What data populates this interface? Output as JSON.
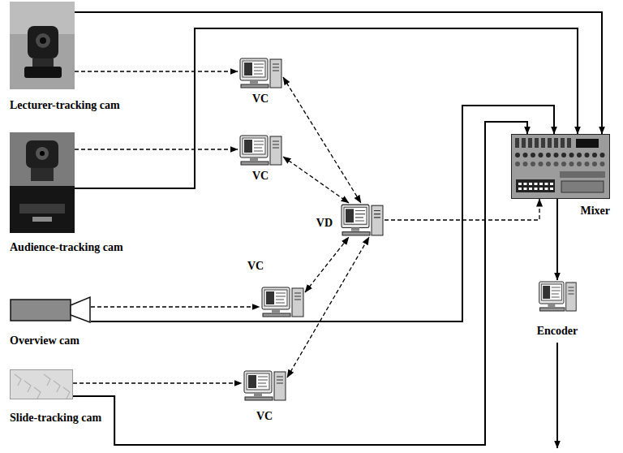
{
  "diagram": {
    "nodes": [
      {
        "text": [
          "Lecturer-tracking cam"
        ]
      },
      {
        "text": [
          "Audience-tracking cam"
        ]
      },
      {
        "text": [
          "Overview cam"
        ]
      },
      {
        "text": [
          "Slide-tracking cam"
        ]
      },
      {
        "text": [
          "VC"
        ]
      },
      {
        "text": [
          "VC"
        ]
      },
      {
        "text": [
          "VC"
        ]
      },
      {
        "text": [
          "VC"
        ]
      },
      {
        "text": [
          "VD"
        ]
      },
      {
        "text": [
          "Mixer"
        ]
      },
      {
        "text": [
          "Encoder"
        ]
      }
    ],
    "edges": [
      {
        "from": 0,
        "to": 4,
        "arrow": "to"
      },
      {
        "from": 1,
        "to": 5,
        "arrow": "to"
      },
      {
        "from": 2,
        "to": 6,
        "arrow": "to"
      },
      {
        "from": 3,
        "to": 7,
        "arrow": "to"
      },
      {
        "from": 4,
        "to": 8,
        "arrow": "both"
      },
      {
        "from": 5,
        "to": 8,
        "arrow": "both"
      },
      {
        "from": 6,
        "to": 8,
        "arrow": "both"
      },
      {
        "from": 7,
        "to": 8,
        "arrow": "both"
      },
      {
        "from": 8,
        "to": 9,
        "arrow": "to"
      },
      {
        "from": 0,
        "to": 9,
        "arrow": "to"
      },
      {
        "from": 1,
        "to": 9,
        "arrow": "to"
      },
      {
        "from": 2,
        "to": 9,
        "arrow": "to"
      },
      {
        "from": 3,
        "to": 9,
        "arrow": "to"
      },
      {
        "from": 9,
        "to": 10,
        "arrow": "to"
      }
    ]
  }
}
